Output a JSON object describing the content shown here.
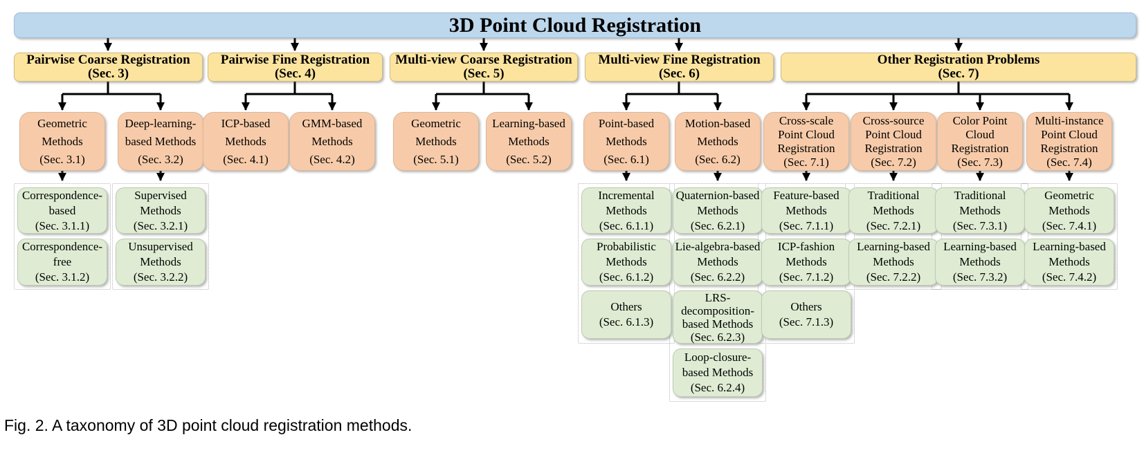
{
  "figure": {
    "title": "3D Point Cloud Registration",
    "caption": "Fig. 2. A taxonomy of 3D point cloud registration methods."
  },
  "colors": {
    "root-fill": "#BDD7EC",
    "root-border": "#9FBFDB",
    "section-fill": "#FCE49F",
    "category-fill": "#F7CBA9",
    "leaf-fill": "#DFECD3",
    "line": "#000000",
    "dotted": "#b5b5b5"
  },
  "sections": [
    {
      "label": "Pairwise Coarse Registration",
      "sec": "(Sec. 3)"
    },
    {
      "label": "Pairwise Fine Registration",
      "sec": "(Sec. 4)"
    },
    {
      "label": "Multi-view Coarse Registration",
      "sec": "(Sec. 5)"
    },
    {
      "label": "Multi-view Fine Registration",
      "sec": "(Sec. 6)"
    },
    {
      "label": "Other Registration Problems",
      "sec": "(Sec. 7)"
    }
  ],
  "categories": [
    {
      "label": "Geometric Methods",
      "sec": "(Sec. 3.1)"
    },
    {
      "label": "Deep-learning-based Methods",
      "sec": "(Sec. 3.2)"
    },
    {
      "label": "ICP-based Methods",
      "sec": "(Sec. 4.1)"
    },
    {
      "label": "GMM-based Methods",
      "sec": "(Sec. 4.2)"
    },
    {
      "label": "Geometric Methods",
      "sec": "(Sec. 5.1)"
    },
    {
      "label": "Learning-based Methods",
      "sec": "(Sec. 5.2)"
    },
    {
      "label": "Point-based Methods",
      "sec": "(Sec. 6.1)"
    },
    {
      "label": "Motion-based Methods",
      "sec": "(Sec. 6.2)"
    },
    {
      "label": "Cross-scale Point Cloud Registration",
      "sec": "(Sec. 7.1)"
    },
    {
      "label": "Cross-source Point Cloud Registration",
      "sec": "(Sec. 7.2)"
    },
    {
      "label": "Color Point Cloud Registration",
      "sec": "(Sec. 7.3)"
    },
    {
      "label": "Multi-instance Point Cloud Registration",
      "sec": "(Sec. 7.4)"
    }
  ],
  "leaves": [
    {
      "label": "Correspondence-based",
      "sec": "(Sec. 3.1.1)"
    },
    {
      "label": "Correspondence-free",
      "sec": "(Sec. 3.1.2)"
    },
    {
      "label": "Supervised Methods",
      "sec": "(Sec. 3.2.1)"
    },
    {
      "label": "Unsupervised Methods",
      "sec": "(Sec. 3.2.2)"
    },
    {
      "label": "Incremental Methods",
      "sec": "(Sec. 6.1.1)"
    },
    {
      "label": "Probabilistic Methods",
      "sec": "(Sec. 6.1.2)"
    },
    {
      "label": "Others",
      "sec": "(Sec. 6.1.3)"
    },
    {
      "label": "Quaternion-based Methods",
      "sec": "(Sec. 6.2.1)"
    },
    {
      "label": "Lie-algebra-based Methods",
      "sec": "(Sec. 6.2.2)"
    },
    {
      "label": "LRS-decomposition-based Methods",
      "sec": "(Sec. 6.2.3)"
    },
    {
      "label": "Loop-closure-based Methods",
      "sec": "(Sec. 6.2.4)"
    },
    {
      "label": "Feature-based Methods",
      "sec": "(Sec. 7.1.1)"
    },
    {
      "label": "ICP-fashion Methods",
      "sec": "(Sec. 7.1.2)"
    },
    {
      "label": "Others",
      "sec": "(Sec. 7.1.3)"
    },
    {
      "label": "Traditional Methods",
      "sec": "(Sec. 7.2.1)"
    },
    {
      "label": "Learning-based Methods",
      "sec": "(Sec. 7.2.2)"
    },
    {
      "label": "Traditional Methods",
      "sec": "(Sec. 7.3.1)"
    },
    {
      "label": "Learning-based Methods",
      "sec": "(Sec. 7.3.2)"
    },
    {
      "label": "Geometric Methods",
      "sec": "(Sec. 7.4.1)"
    },
    {
      "label": "Learning-based Methods",
      "sec": "(Sec. 7.4.2)"
    }
  ]
}
